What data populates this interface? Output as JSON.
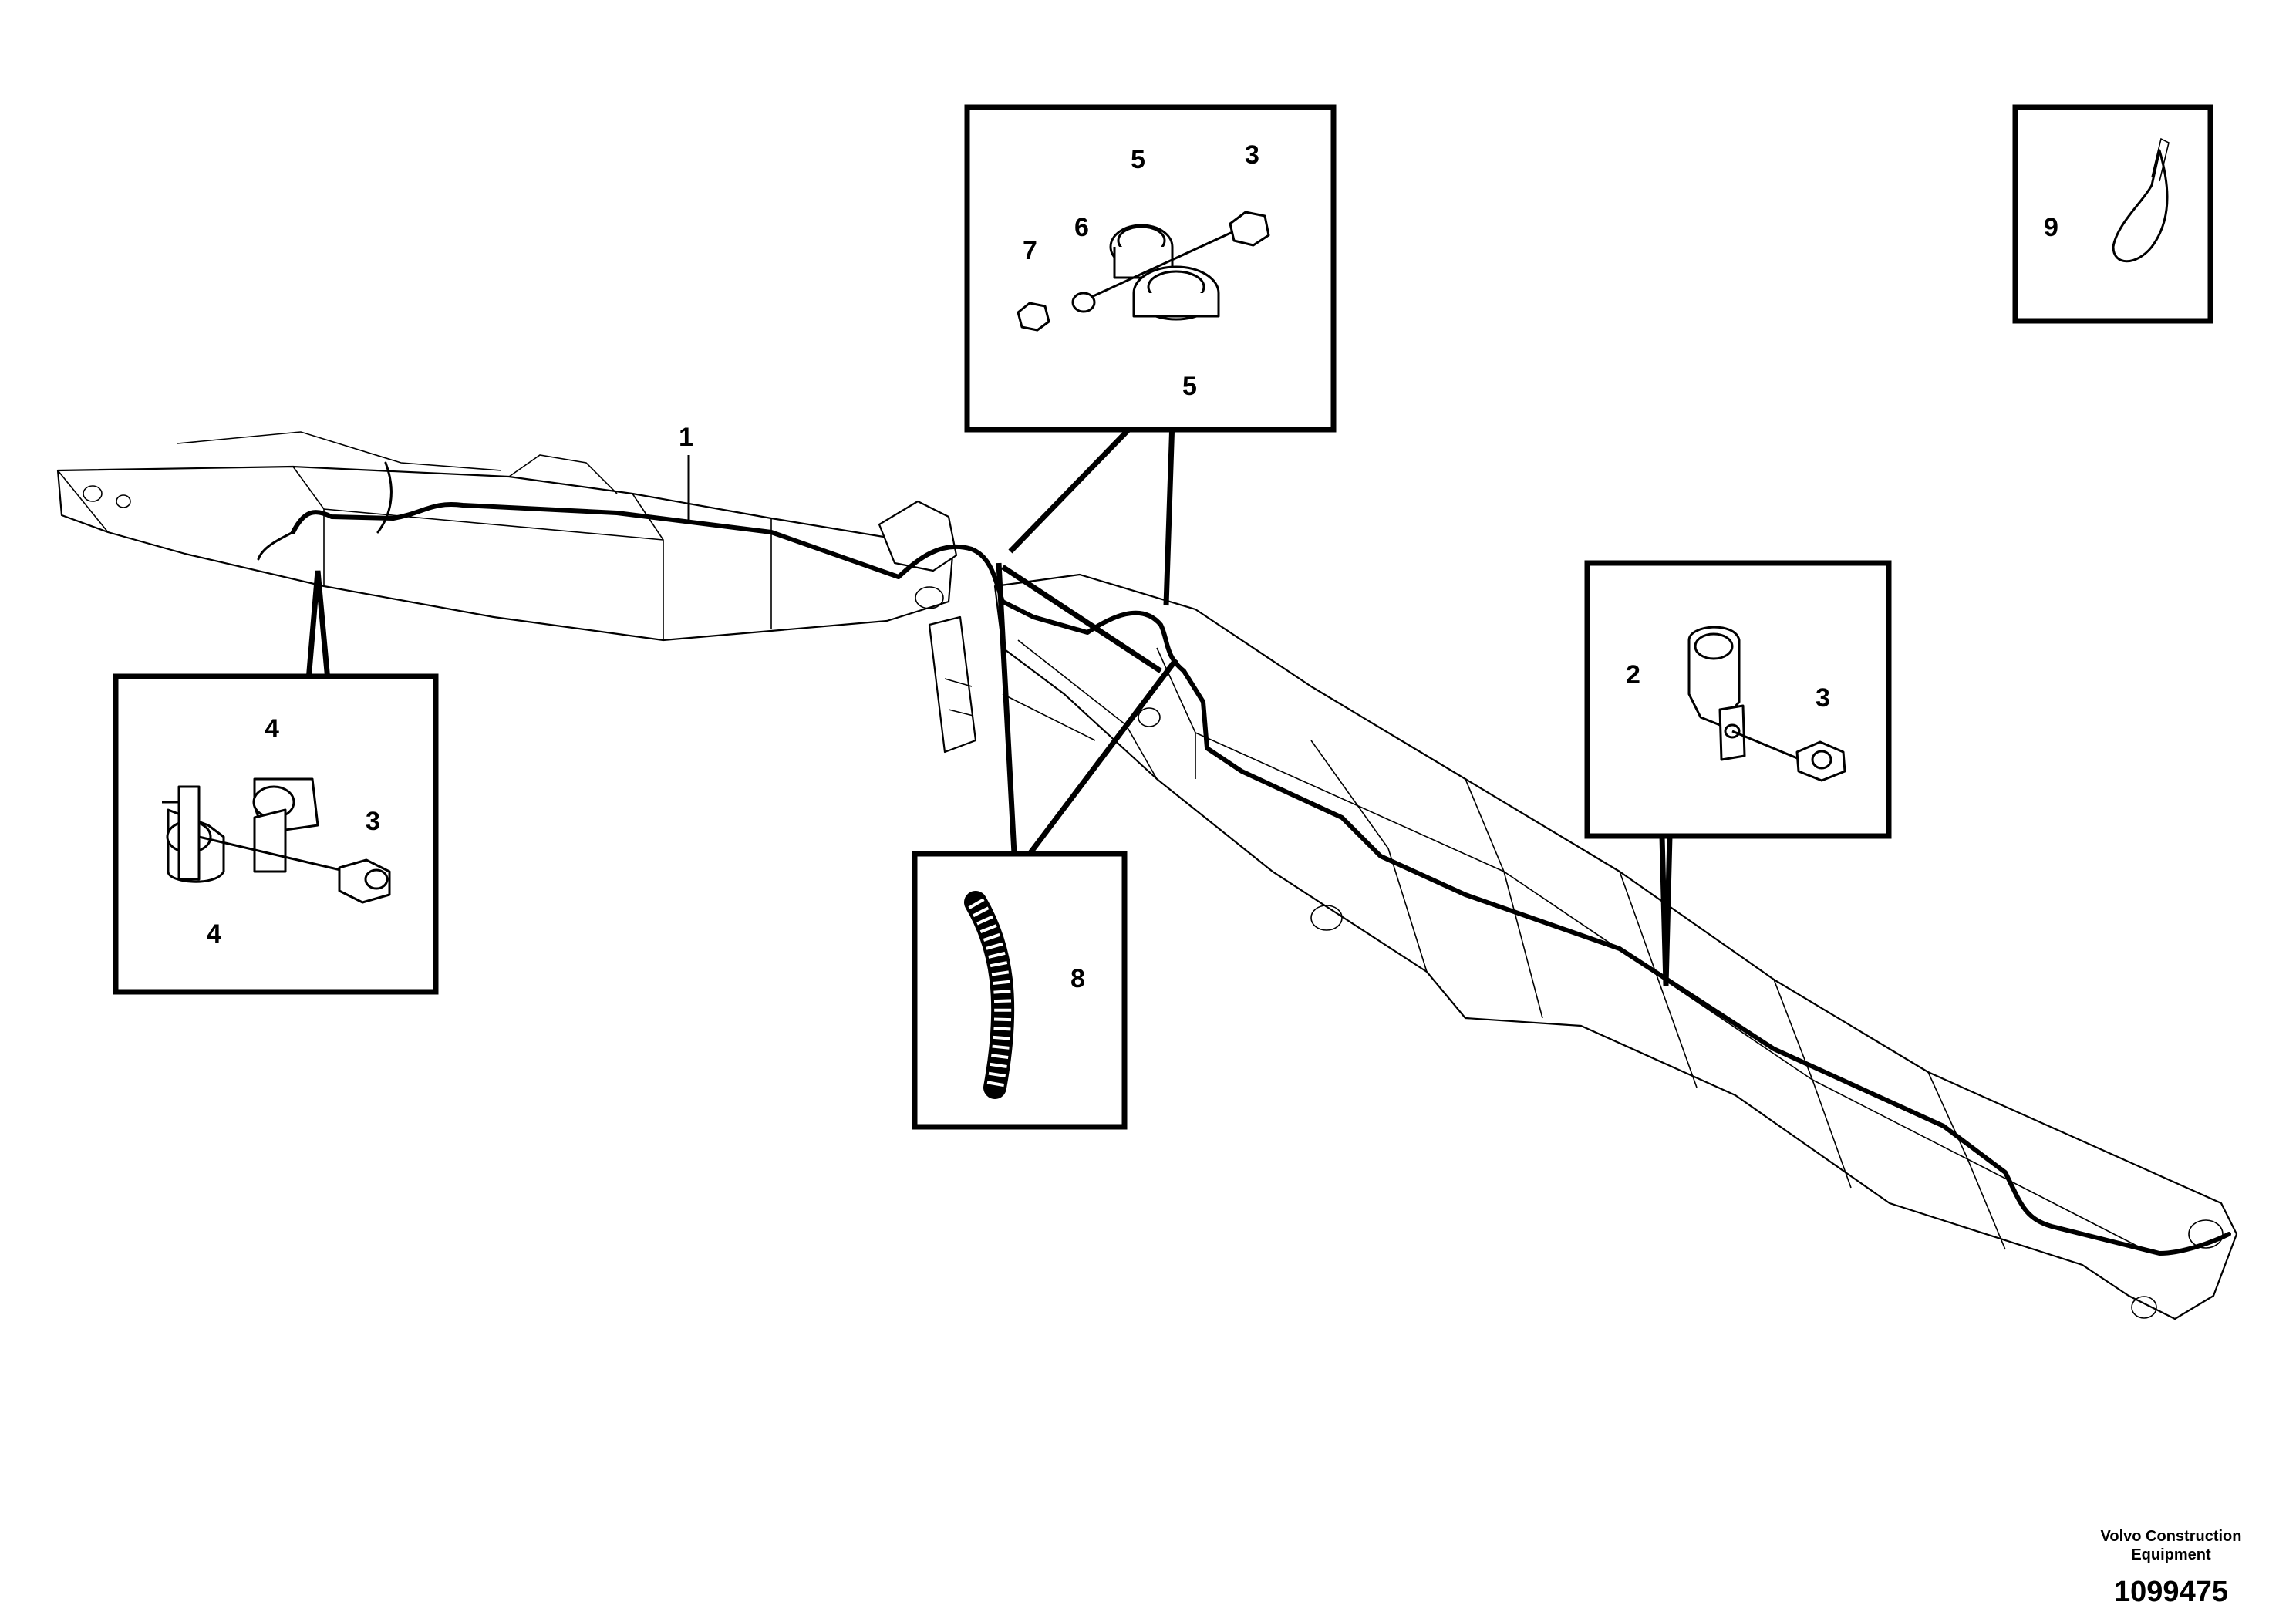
{
  "drawing": {
    "callouts": {
      "harness": "1",
      "clamp_bracket": "2",
      "screw_a": "3",
      "screw_b": "3",
      "screw_c": "3",
      "clamp_upper": "4",
      "clamp_lower": "4",
      "twin_clamp_top": "5",
      "twin_clamp_bottom": "5",
      "washer": "6",
      "nut": "7",
      "conduit": "8",
      "cable_tie": "9"
    }
  },
  "footer": {
    "company_line1": "Volvo Construction",
    "company_line2": "Equipment",
    "drawing_number": "1099475"
  }
}
